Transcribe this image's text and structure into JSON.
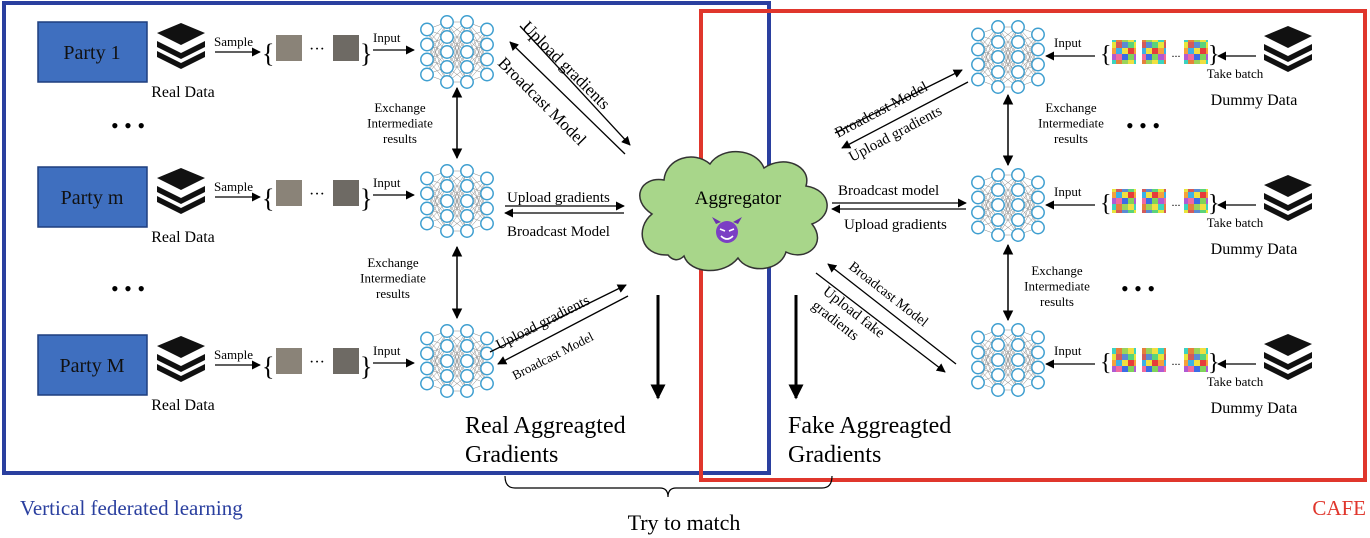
{
  "colors": {
    "vfl_blue": "#2a3f9f",
    "cafe_red": "#e0362c",
    "party_box": "#3f6fbf",
    "party_box_edge": "#1f3f7f",
    "cloud_fill": "#a8d68a",
    "cloud_edge": "#333333",
    "node_edge": "#3f9fd0",
    "devil": "#6a2fb0"
  },
  "left": {
    "parties": [
      {
        "label": "Party 1",
        "data_label": "Real Data",
        "sample_label": "Sample",
        "input_label": "Input",
        "ellipsis": "···"
      },
      {
        "label": "Party m",
        "data_label": "Real Data",
        "sample_label": "Sample",
        "input_label": "Input",
        "ellipsis": "···"
      },
      {
        "label": "Party M",
        "data_label": "Real Data",
        "sample_label": "Sample",
        "input_label": "Input",
        "ellipsis": "···"
      }
    ],
    "exchange": [
      "Exchange\nIntermediate\nresults",
      "Exchange\nIntermediate\nresults"
    ],
    "links": [
      {
        "upload": "Upload gradients",
        "broadcast": "Broadcast Model"
      },
      {
        "upload": "Upload gradients",
        "broadcast": "Broadcast Model"
      },
      {
        "upload": "Upload gradients",
        "broadcast": "Broadcast Model"
      }
    ],
    "dots": "• • •",
    "result": "Real Aggreagted\nGradients",
    "caption": "Vertical federated learning"
  },
  "aggregator": {
    "label": "Aggregator",
    "icon": "devil-icon"
  },
  "right": {
    "parties": [
      {
        "data_label": "Dummy Data",
        "batch_label": "Take batch",
        "input_label": "Input",
        "ellipsis": "..."
      },
      {
        "data_label": "Dummy Data",
        "batch_label": "Take batch",
        "input_label": "Input",
        "ellipsis": "..."
      },
      {
        "data_label": "Dummy Data",
        "batch_label": "Take batch",
        "input_label": "Input",
        "ellipsis": "..."
      }
    ],
    "exchange": [
      "Exchange\nIntermediate\nresults",
      "Exchange\nIntermediate\nresults"
    ],
    "links": [
      {
        "upload": "Upload gradients",
        "broadcast": "Broadcast Model"
      },
      {
        "upload": "Upload gradients",
        "broadcast": "Broadcast model"
      },
      {
        "upload": "Upload fake\ngradients",
        "broadcast": "Broadcast Model"
      }
    ],
    "dots": "• • •",
    "result": "Fake Aggreagted\nGradients",
    "caption": "CAFE"
  },
  "match_label": "Try to match"
}
